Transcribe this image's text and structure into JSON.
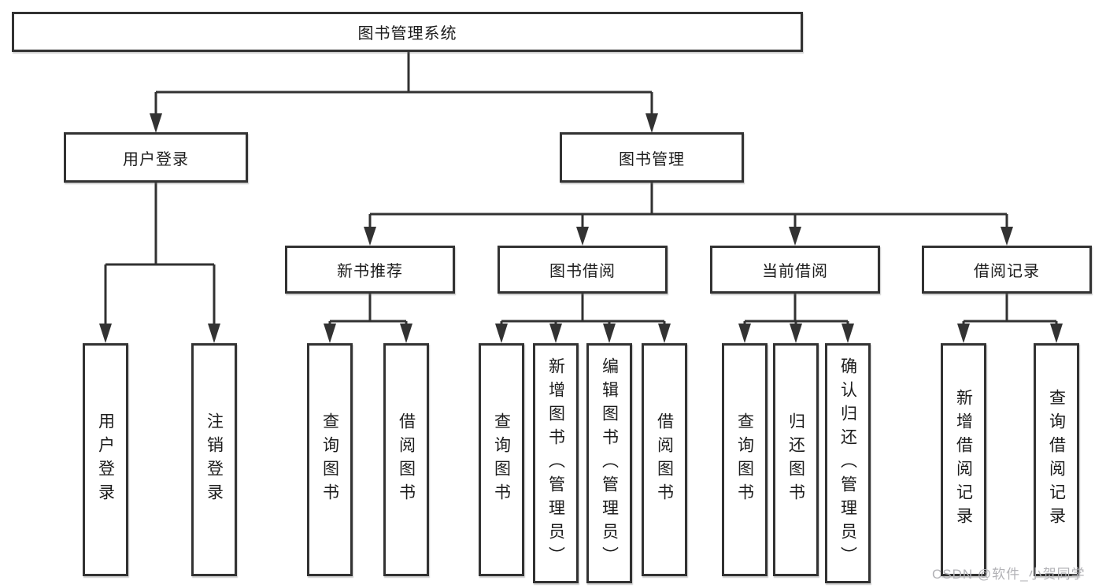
{
  "style": {
    "line_color": "#323232",
    "box_fill": "#ffffff",
    "text_color": "#1c1c1c",
    "watermark_color": "#b2b2b6"
  },
  "watermark": {
    "text": "CSDN @软件_小贺同学"
  },
  "tree": {
    "root": {
      "label": "图书管理系统",
      "children": [
        {
          "label": "用户登录",
          "children": [
            {
              "label": "用户登录"
            },
            {
              "label": "注销登录"
            }
          ]
        },
        {
          "label": "图书管理",
          "children": [
            {
              "label": "新书推荐",
              "children": [
                {
                  "label": "查询图书"
                },
                {
                  "label": "借阅图书"
                }
              ]
            },
            {
              "label": "图书借阅",
              "children": [
                {
                  "label": "查询图书"
                },
                {
                  "label": "新增图书（管理员）"
                },
                {
                  "label": "编辑图书（管理员）"
                },
                {
                  "label": "借阅图书"
                }
              ]
            },
            {
              "label": "当前借阅",
              "children": [
                {
                  "label": "查询图书"
                },
                {
                  "label": "归还图书"
                },
                {
                  "label": "确认归还（管理员）"
                }
              ]
            },
            {
              "label": "借阅记录",
              "children": [
                {
                  "label": "新增借阅记录"
                },
                {
                  "label": "查询借阅记录"
                }
              ]
            }
          ]
        }
      ]
    }
  }
}
